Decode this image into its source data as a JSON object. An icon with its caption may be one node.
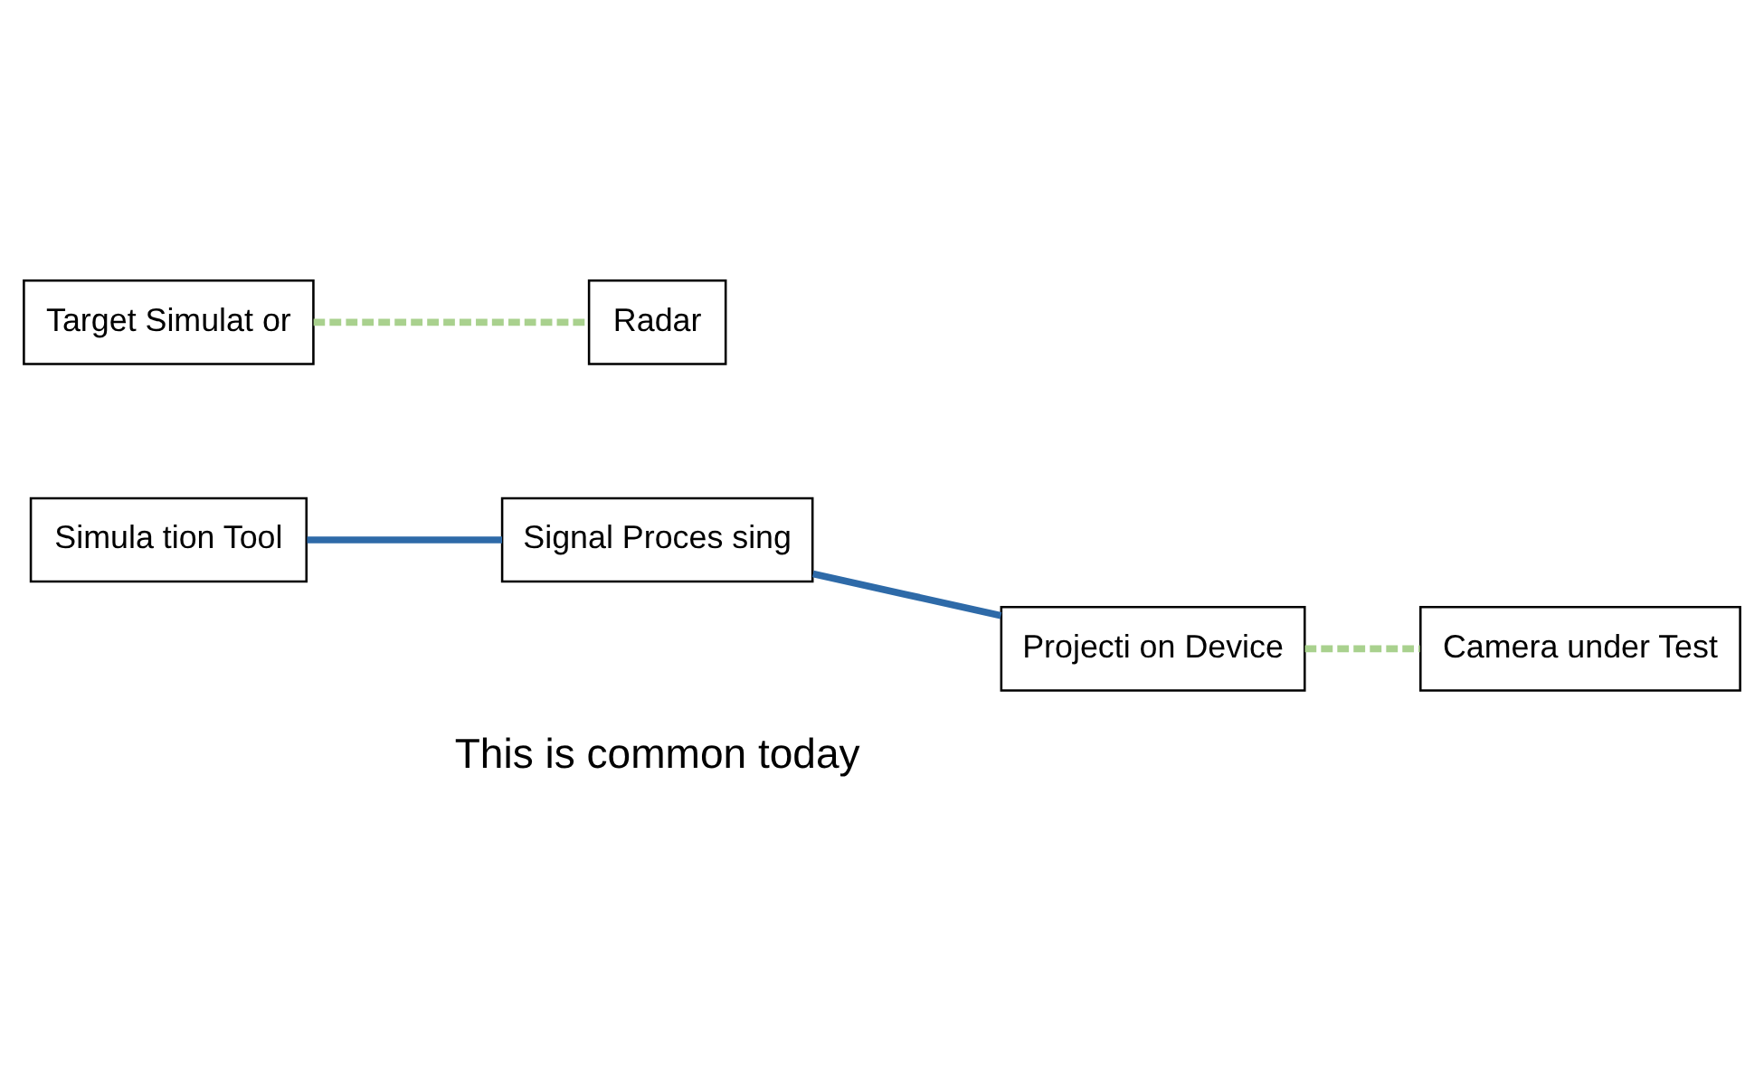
{
  "diagram": {
    "nodes": [
      {
        "text": [
          "Simula tion Tool"
        ]
      },
      {
        "text": [
          "Signal Proces sing"
        ]
      },
      {
        "text": [
          "Projecti on Device"
        ]
      },
      {
        "text": [
          "Camera under Test"
        ]
      },
      {
        "text": [
          "Target Simulat or"
        ]
      },
      {
        "text": [
          "Radar"
        ]
      }
    ],
    "edges": [
      {
        "from": 0,
        "to": 1,
        "arrow": "none",
        "color": "#2e6aa8"
      },
      {
        "from": 1,
        "to": 2,
        "arrow": "none",
        "color": "#2e6aa8"
      },
      {
        "from": 2,
        "to": 3,
        "arrow": "none",
        "style": "dashed",
        "color": "#a9d18e"
      },
      {
        "from": 4,
        "to": 5,
        "arrow": "none",
        "style": "dashed",
        "color": "#a9d18e"
      }
    ],
    "labels": [
      "This is common today"
    ]
  }
}
